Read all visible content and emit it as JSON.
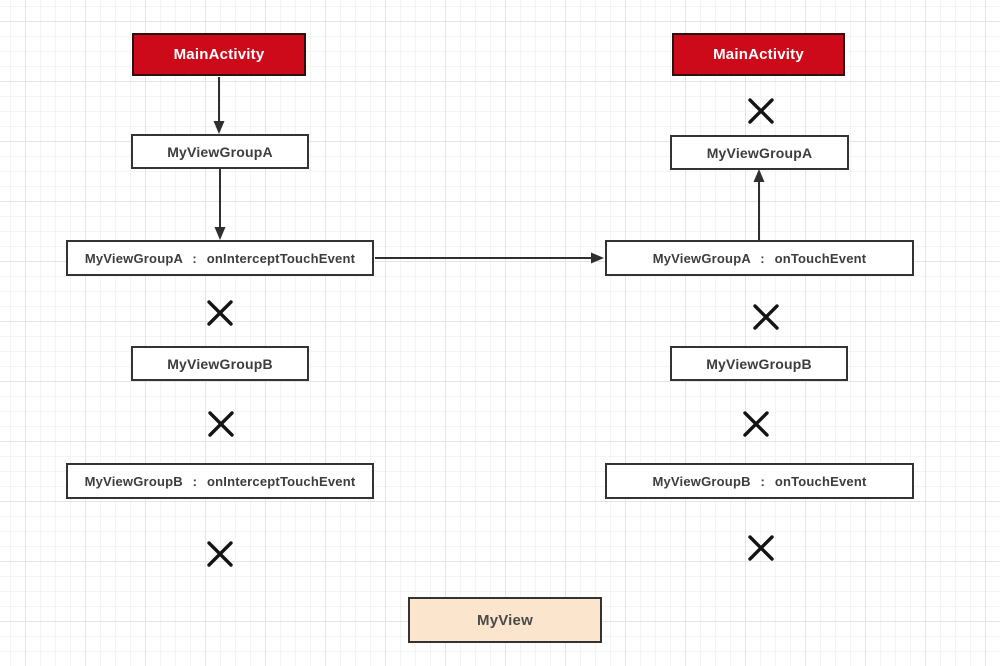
{
  "diagram": {
    "title_hint": "touch-event dispatch flow",
    "nodes": {
      "left_activity": "MainActivity",
      "left_group_a": "MyViewGroupA",
      "left_group_a_intercept": "MyViewGroupA : onInterceptTouchEvent",
      "left_group_b": "MyViewGroupB",
      "left_group_b_intercept": "MyViewGroupB : onInterceptTouchEvent",
      "right_activity": "MainActivity",
      "right_group_a": "MyViewGroupA",
      "right_group_a_touch": "MyViewGroupA : onTouchEvent",
      "right_group_b": "MyViewGroupB",
      "right_group_b_touch": "MyViewGroupB : onTouchEvent",
      "view": "MyView"
    },
    "colors": {
      "activity_fill": "#cd0a1a",
      "activity_text": "#ffffff",
      "node_fill": "#ffffff",
      "node_border": "#333333",
      "node_text": "#3d3d3d",
      "view_fill": "#fce5cd",
      "arrow": "#2f2f2f",
      "x_mark": "#141414",
      "grid_minor": "#f4f4f4",
      "grid_major": "#e4e4e4"
    },
    "icons": {
      "blocked_marker": "x-icon"
    }
  }
}
